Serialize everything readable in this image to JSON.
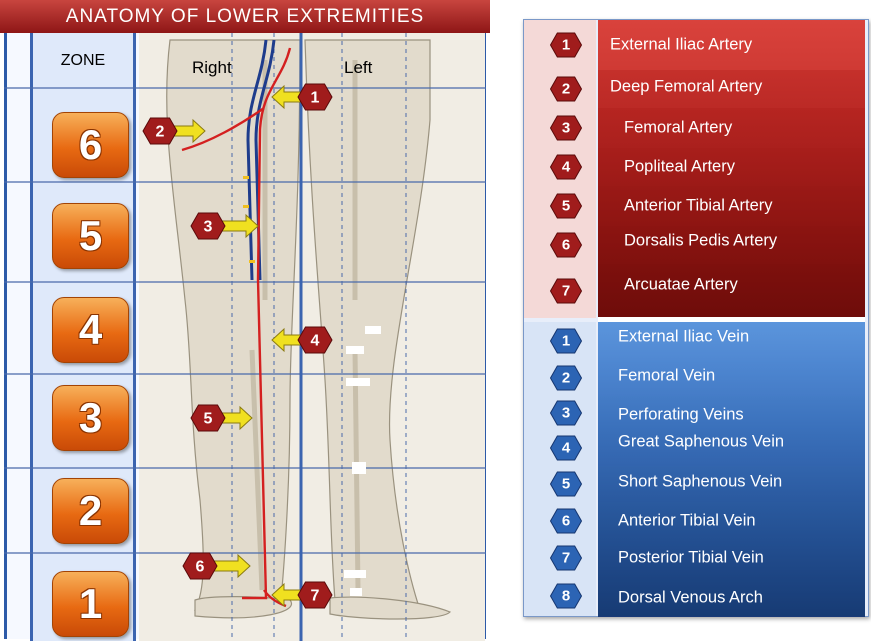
{
  "title": "ANATOMY OF LOWER EXTREMITIES",
  "zone_header": "ZONE",
  "side_labels": {
    "right": "Right",
    "left": "Left"
  },
  "zones": [
    "6",
    "5",
    "4",
    "3",
    "2",
    "1"
  ],
  "callouts": [
    "1",
    "2",
    "3",
    "4",
    "5",
    "6",
    "7"
  ],
  "arteries": [
    {
      "num": "1",
      "label": "External Iliac Artery"
    },
    {
      "num": "2",
      "label": "Deep Femoral Artery"
    },
    {
      "num": "3",
      "label": "Femoral Artery"
    },
    {
      "num": "4",
      "label": "Popliteal Artery"
    },
    {
      "num": "5",
      "label": "Anterior Tibial Artery"
    },
    {
      "num": "6",
      "label": "Dorsalis Pedis Artery"
    },
    {
      "num": "7",
      "label": "Arcuatae Artery"
    }
  ],
  "veins": [
    {
      "num": "1",
      "label": "External Iliac Vein"
    },
    {
      "num": "2",
      "label": "Femoral Vein"
    },
    {
      "num": "3",
      "label": "Perforating Veins"
    },
    {
      "num": "4",
      "label": "Great Saphenous Vein"
    },
    {
      "num": "5",
      "label": "Short Saphenous Vein"
    },
    {
      "num": "6",
      "label": "Anterior Tibial Vein"
    },
    {
      "num": "7",
      "label": "Posterior Tibial Vein"
    },
    {
      "num": "8",
      "label": "Dorsal Venous Arch"
    }
  ],
  "colors": {
    "artery_badge": "#a01c1c",
    "vein_badge": "#2c64b4",
    "zone_button": "#e86a12",
    "arrow": "#f0e020",
    "artery_line": "#d42020",
    "vein_line": "#1e3c8c"
  }
}
